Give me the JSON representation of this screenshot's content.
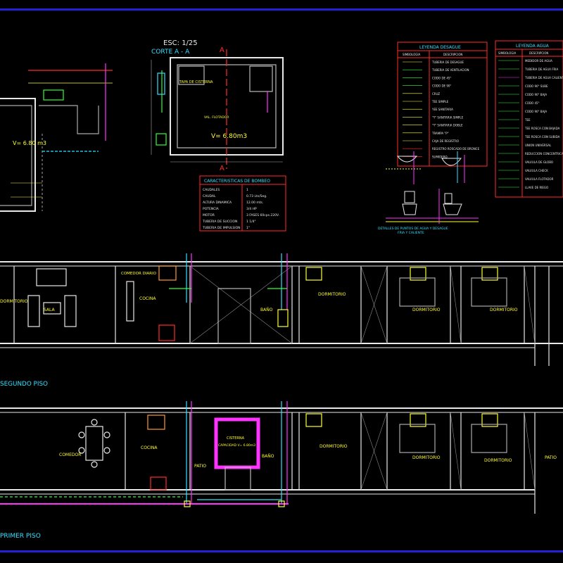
{
  "colors": {
    "background": "#000000",
    "frame_blue": "#2a2ae0",
    "wall_white": "#e8e8e8",
    "red": "#ff2a2a",
    "yellow": "#ffff33",
    "cyan": "#33e0ff",
    "magenta": "#ff33ff",
    "green": "#33ff33",
    "orange": "#ffaa33"
  },
  "title_block": {
    "scale": "ESC: 1/25",
    "section": "CORTE A - A",
    "section_mark": "A"
  },
  "cistern_plan": {
    "lid_label": "TAPA DE CISTERNA",
    "volume": "V= 6.80m3",
    "valve_label": "VAL. FLOTADOR"
  },
  "cistern_section": {
    "volume": "V= 6.80 m3"
  },
  "pump_table": {
    "title": "CARACTERISTICAS DE BOMBEO",
    "rows": [
      [
        "CAUDALES",
        "1"
      ],
      [
        "CAUDAL",
        "0.73 Lts/Seg."
      ],
      [
        "ALTURA DINAMICA",
        "12.00 mts."
      ],
      [
        "POTENCIA",
        "3/4 HP"
      ],
      [
        "MOTOR",
        "3 FASES 60cps.220V."
      ],
      [
        "TUBERIA DE SUCCION",
        "1 1/4\""
      ],
      [
        "TUBERIA DE IMPULSION",
        "1\""
      ]
    ]
  },
  "legend_desague": {
    "title": "LEYENDA  DESAGUE",
    "col1": "SIMBOLOGIA",
    "col2": "DESCRIPCION",
    "items": [
      "TUBERIA DE DESAGUE",
      "TUBERIA DE VENTILACION",
      "CODO DE 45°",
      "CODO DE 90°",
      "CRUZ",
      "TEE SIMPLE",
      "YEE SANITARIA",
      "\"Y\" SANITARIA SIMPLE",
      "\"Y\" SANITARIA DOBLE",
      "TRAMPA \"P\"",
      "CAJA DE REGISTRO",
      "REGISTRO ROSCADO DE BRONCE",
      "SUMIDERO"
    ]
  },
  "legend_agua": {
    "title": "LEYENDA  AGUA",
    "col1": "SIMBOLOGIA",
    "col2": "DESCRIPCION",
    "items": [
      "MEDIDOR DE AGUA",
      "TUBERIA DE AGUA FRIA",
      "TUBERIA DE AGUA CALIENTE",
      "CODO 90° SUBE",
      "CODO 90° BAJA",
      "CODO 45°",
      "CODO 90° BAJA",
      "TEE",
      "TEE ROSCA CON BAJADA",
      "TEE ROSCA CON SUBIDA",
      "UNION UNIVERSAL",
      "REDUCCION CONCENTRICA",
      "VALVULA DE GLOBO",
      "VALVULA CHECK",
      "VALVULA FLOTADOR",
      "LLAVE DE RIEGO"
    ]
  },
  "detail_caption": {
    "line1": "DETALLES DE PUNTOS DE AGUA Y DESAGUE",
    "line2": "FRIA Y CALIENTE"
  },
  "second_floor": {
    "label": "SEGUNDO PISO",
    "rooms": {
      "dormitorio_left": "DORMITORIO",
      "sala": "SALA",
      "comedor": "COMEDOR DIARIO",
      "cocina": "COCINA",
      "bano": "BAÑO",
      "dorm1": "DORMITORIO",
      "dorm2": "DORMITORIO",
      "dorm3": "DORMITORIO"
    }
  },
  "first_floor": {
    "label": "PRIMER PISO",
    "rooms": {
      "comedor": "COMEDOR",
      "cocina": "COCINA",
      "patio": "PATIO",
      "bano": "BAÑO",
      "cisterna": "CISTERNA",
      "capacidad": "CAPACIDAD V= 6.80m3",
      "dorm1": "DORMITORIO",
      "dorm2": "DORMITORIO",
      "dorm3": "DORMITORIO",
      "patio_right": "PATIO"
    }
  }
}
